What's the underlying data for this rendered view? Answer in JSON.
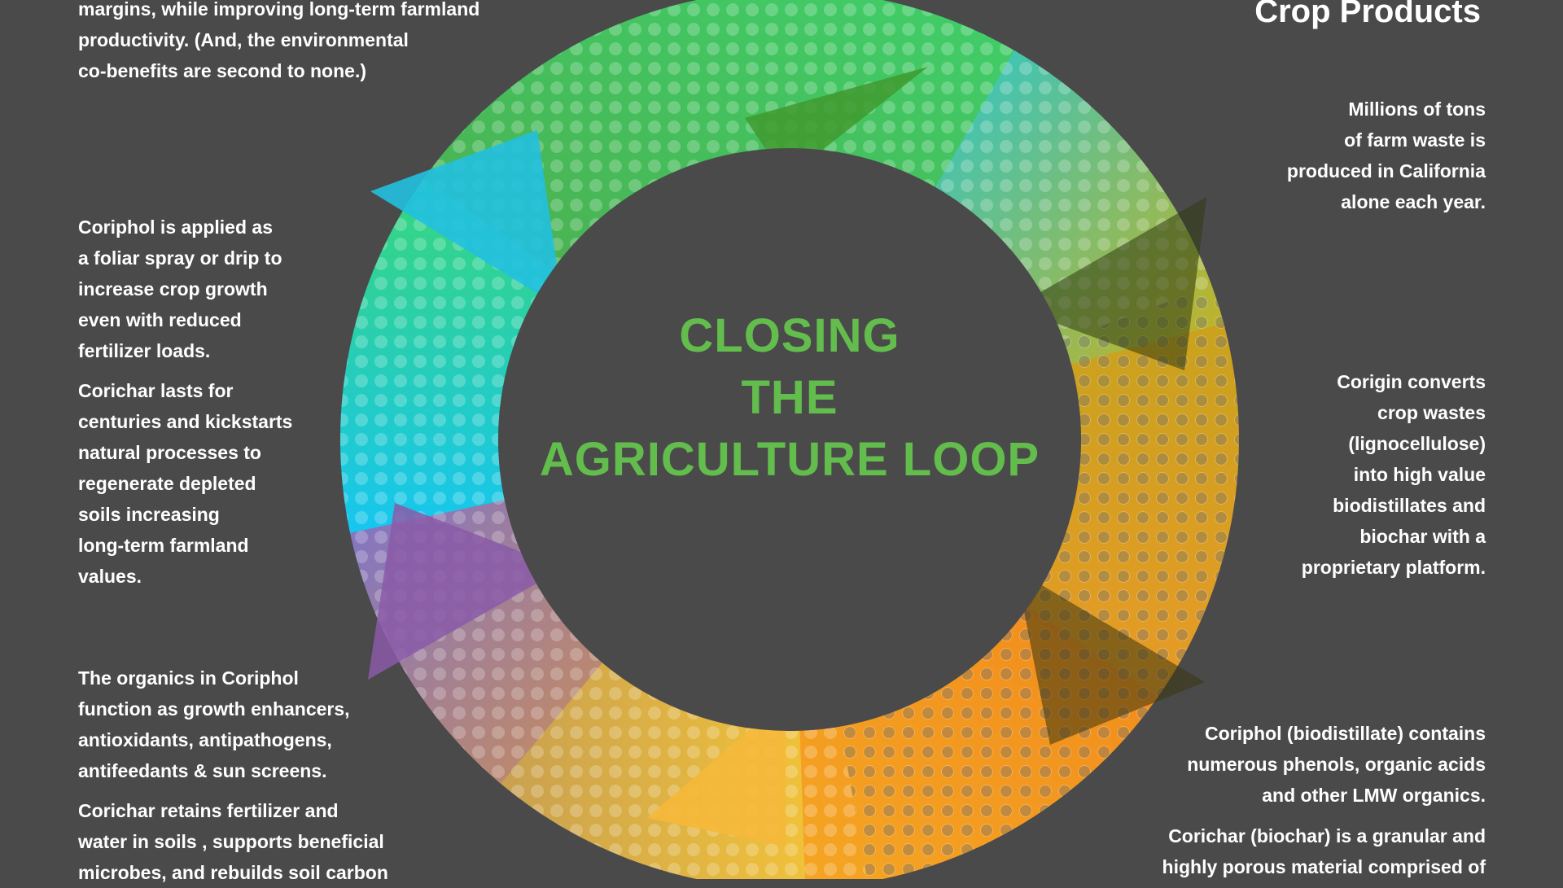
{
  "heading": "Crop Products",
  "center_title": [
    "CLOSING",
    "THE",
    "AGRICULTURE LOOP"
  ],
  "left_texts": [
    [
      "margins, while improving long-term farmland",
      "productivity. (And, the environmental",
      "co-benefits are second to none.)"
    ],
    [
      "Coriphol is applied as",
      "a foliar spray or drip to",
      "increase crop growth",
      "even with  reduced",
      "fertilizer loads."
    ],
    [
      "Corichar lasts for",
      "centuries  and kickstarts",
      "natural processes to",
      "regenerate depleted",
      "soils increasing",
      "long-term farmland",
      "values."
    ],
    [
      "The organics in Coriphol",
      "function as growth enhancers,",
      "antioxidants, antipathogens,",
      "antifeedants & sun screens."
    ],
    [
      "Corichar retains fertilizer and",
      "water in soils , supports beneficial",
      "microbes, and rebuilds soil carbon"
    ]
  ],
  "right_texts": [
    [
      "Millions of tons",
      "of farm waste is",
      "produced in California",
      "alone each year."
    ],
    [
      "Corigin converts",
      "crop wastes",
      "(lignocellulose)",
      "into high value",
      "biodistillates and",
      "biochar with a",
      "proprietary platform."
    ],
    [
      "Coriphol (biodistillate) contains",
      "numerous phenols, organic acids",
      "and other LMW organics."
    ],
    [
      "Corichar (biochar) is a granular and",
      "highly porous material comprised of"
    ]
  ],
  "colors": {
    "background": "#4a4a4a",
    "title_green": "#63bd4c",
    "top_green": "#3fbf5a",
    "upper_right_teal": "#3bbfb3",
    "right_olive": "#b58a22",
    "bottom_right_orange": "#f5891e",
    "bottom_yellow": "#f0b83a",
    "bottom_left_mauve": "#9a7db3",
    "left_cyan": "#1ec8e8"
  }
}
